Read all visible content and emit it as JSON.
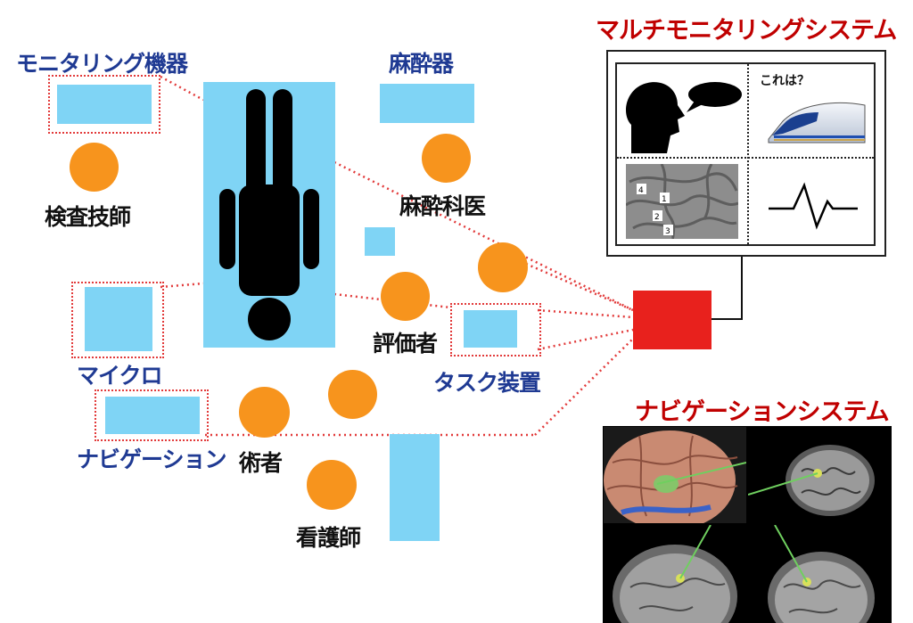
{
  "labels": {
    "monitoring_device": "モニタリング機器",
    "anesthesia_machine": "麻酔器",
    "examiner_tech": "検査技師",
    "anesthesiologist": "麻酔科医",
    "evaluator": "評価者",
    "task_device": "タスク装置",
    "micro": "マイクロ",
    "navigation": "ナビゲーション",
    "surgeon": "術者",
    "nurse": "看護師"
  },
  "multi_monitoring": {
    "title": "マルチモニタリングシステム",
    "question_text": "これは？",
    "brain_markers": [
      "4",
      "1",
      "2",
      "3"
    ]
  },
  "navigation_system": {
    "title": "ナビゲーションシステム"
  },
  "colors": {
    "equipment": "#7fd4f5",
    "staff": "#f7941d",
    "connector": "#e23a3a",
    "hub": "#e8211d",
    "title_red": "#c00000",
    "label_blue": "#1f3a93"
  }
}
